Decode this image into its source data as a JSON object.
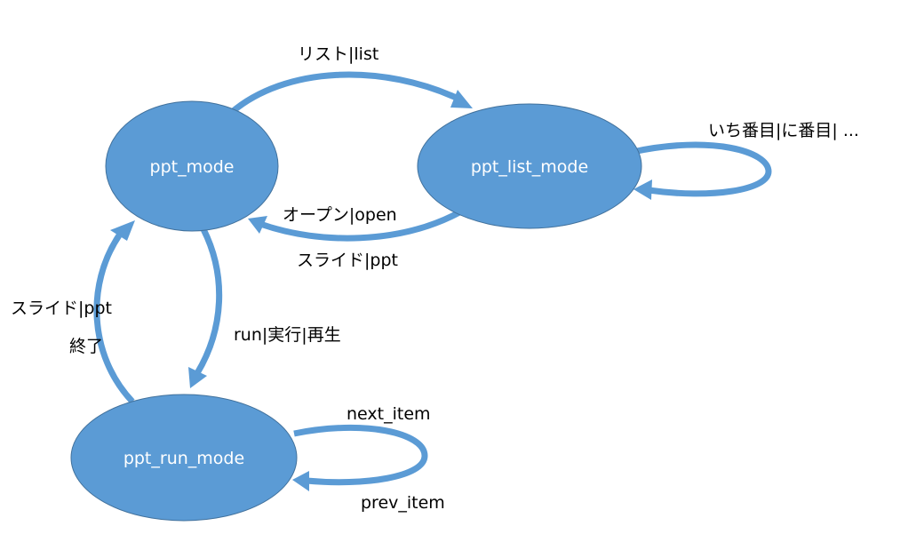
{
  "colors": {
    "node_fill": "#5b9bd5",
    "node_stroke": "#41719c",
    "arrow": "#5b9bd5",
    "node_text": "#ffffff",
    "label_text": "#000000"
  },
  "nodes": {
    "ppt_mode": "ppt_mode",
    "ppt_list_mode": "ppt_list_mode",
    "ppt_run_mode": "ppt_run_mode"
  },
  "edges": {
    "list": "リスト|list",
    "list_self": "いち番目|に番目| ...",
    "open": "オープン|open",
    "slide_top": "スライド|ppt",
    "slide_left": "スライド|ppt",
    "end": "終了",
    "run": "run|実行|再生",
    "next_item": "next_item",
    "prev_item": "prev_item"
  }
}
